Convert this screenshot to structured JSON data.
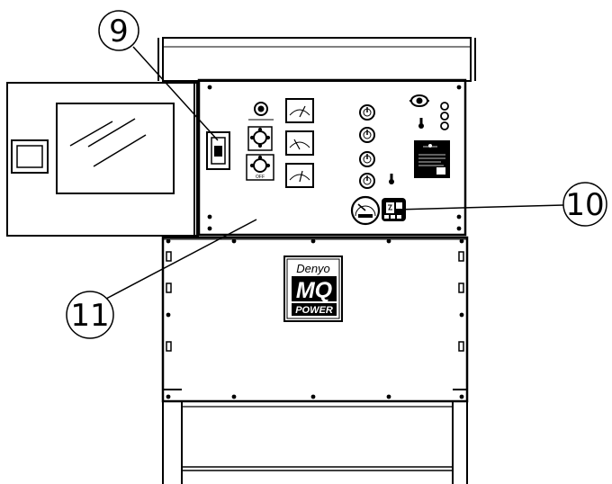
{
  "figure": {
    "callouts": [
      {
        "id": "9",
        "label": "9"
      },
      {
        "id": "10",
        "label": "10"
      },
      {
        "id": "11",
        "label": "11"
      }
    ],
    "logo": {
      "line1": "Denyo",
      "line2": "MQ",
      "line3": "POWER"
    },
    "switch_labels": {
      "off": "OFF"
    },
    "colors": {
      "line": "#000000",
      "background": "#ffffff",
      "logo_fill": "#000000"
    }
  }
}
